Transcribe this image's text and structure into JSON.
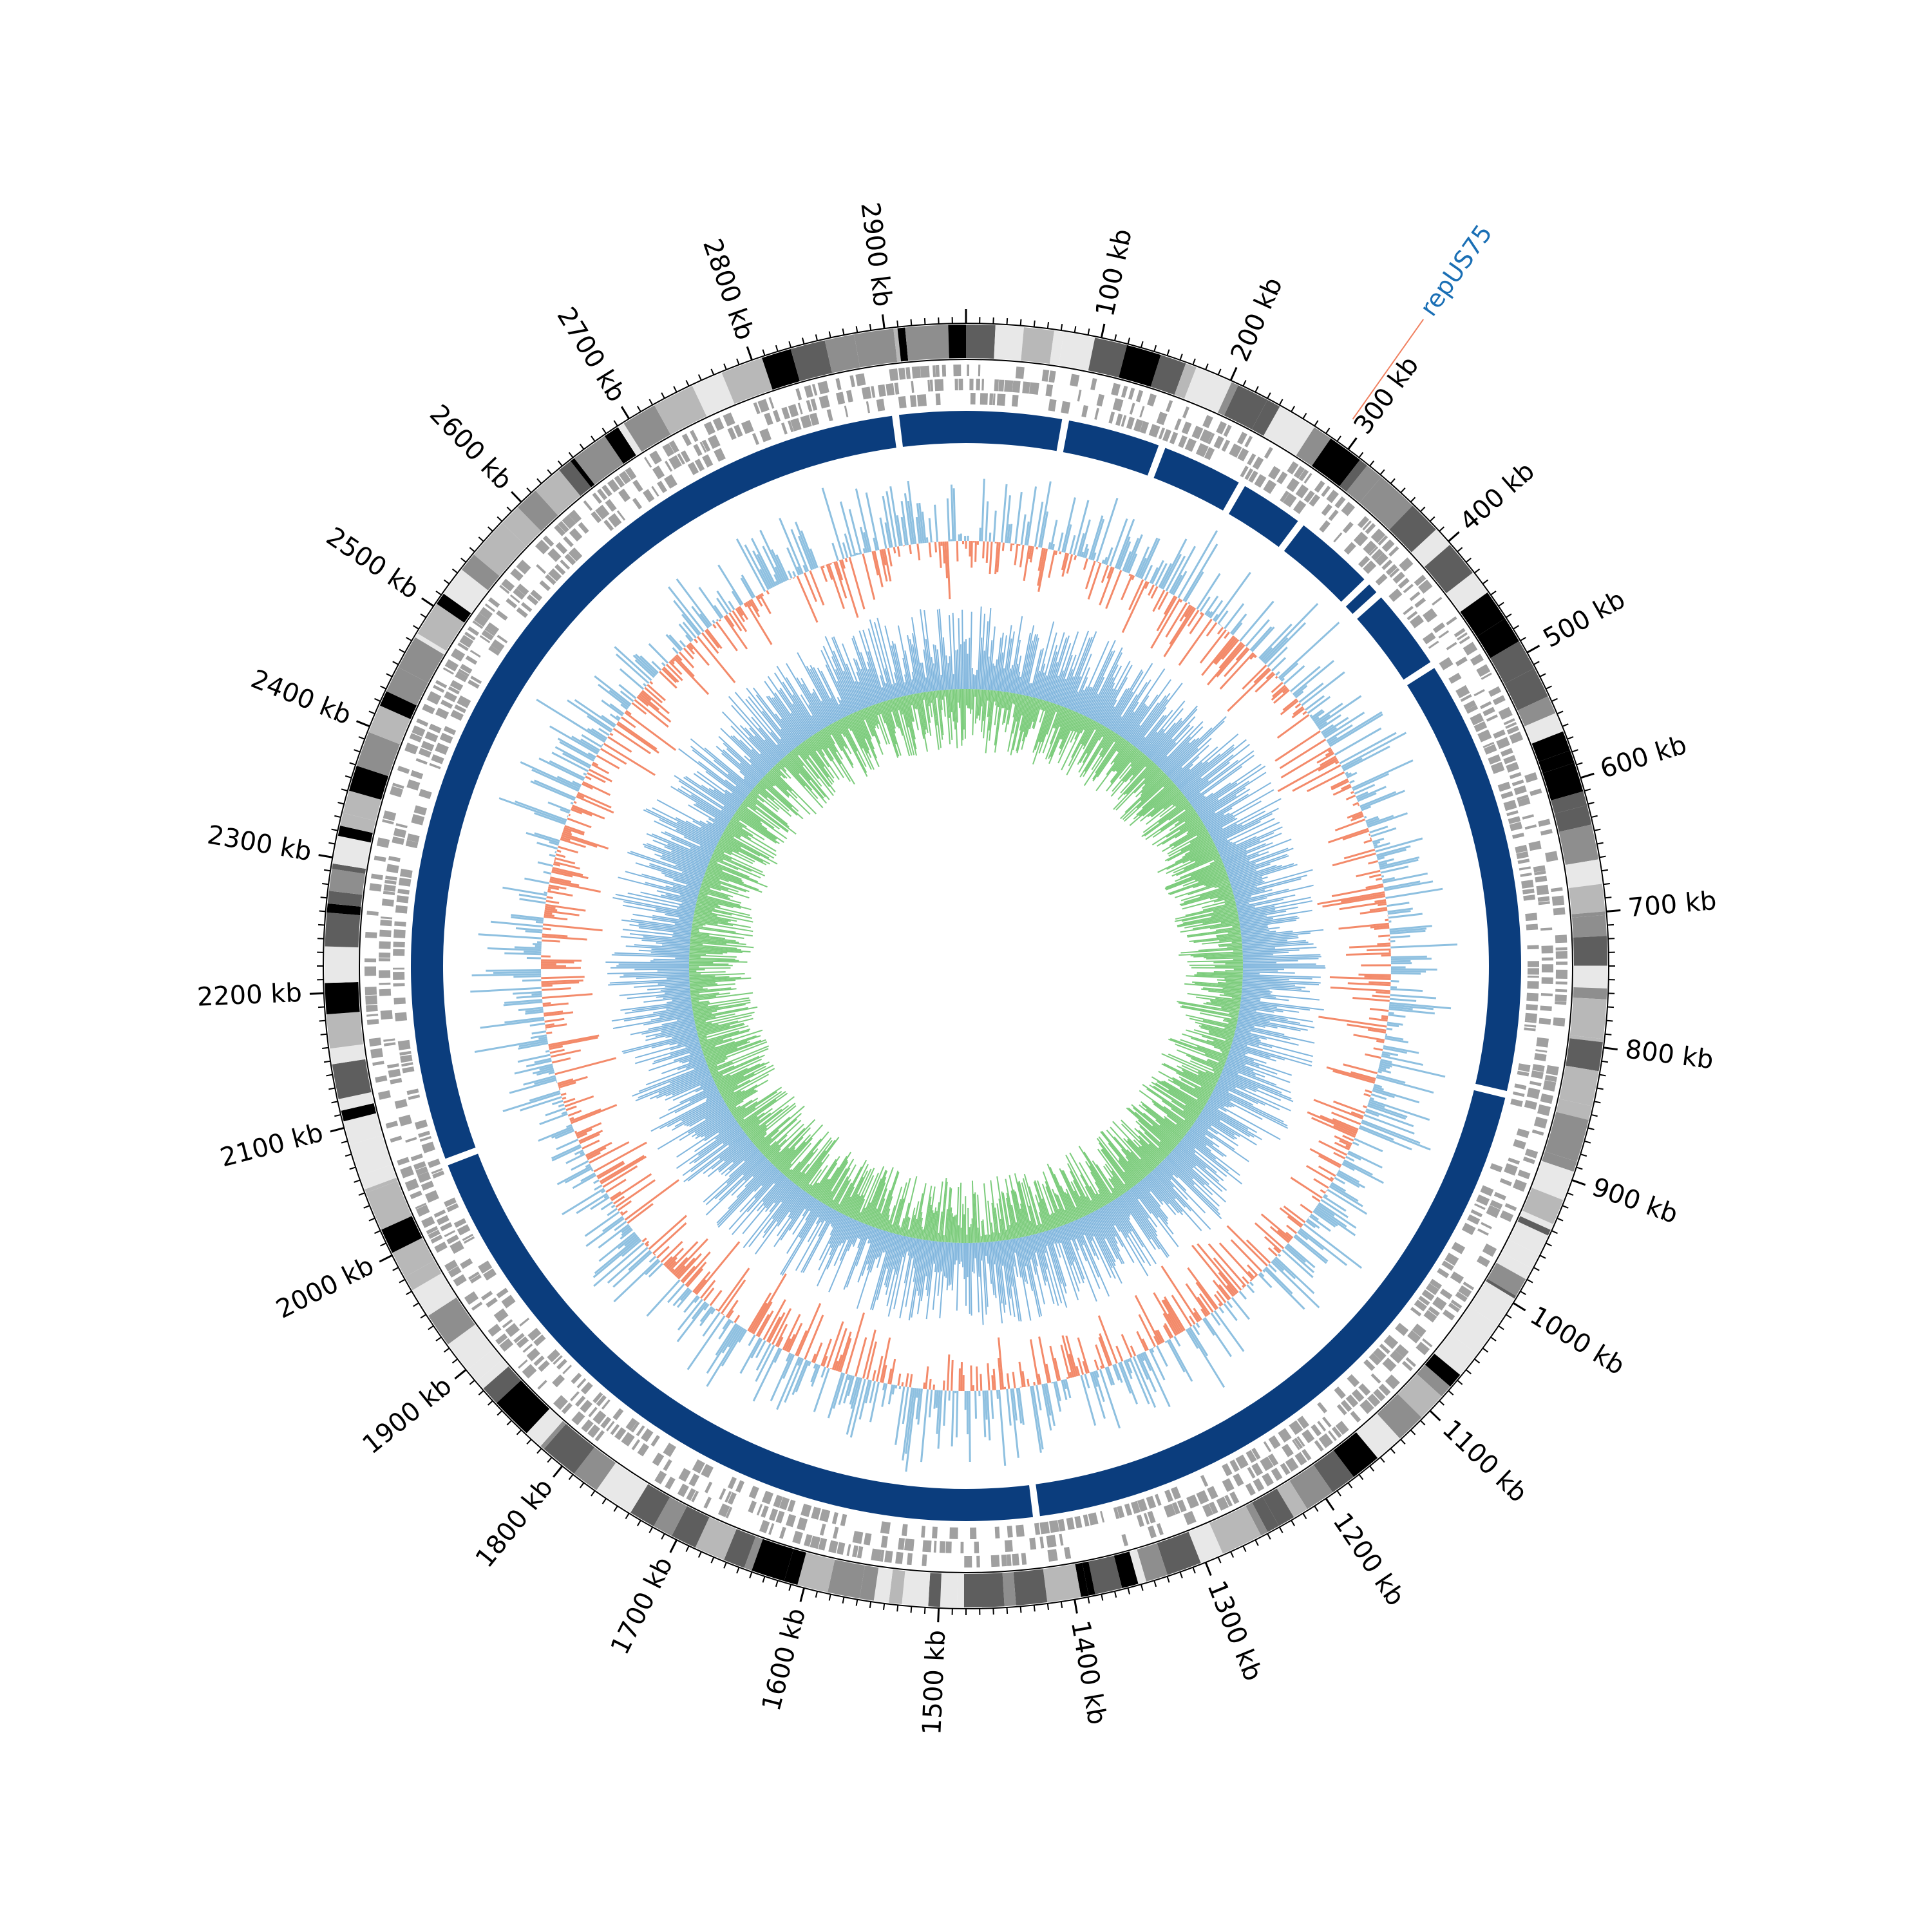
{
  "genome": {
    "length_kb": 2960,
    "tick_labels": [
      "100 kb",
      "200 kb",
      "300 kb",
      "400 kb",
      "500 kb",
      "600 kb",
      "700 kb",
      "800 kb",
      "900 kb",
      "1000 kb",
      "1100 kb",
      "1200 kb",
      "1300 kb",
      "1400 kb",
      "1500 kb",
      "1600 kb",
      "1700 kb",
      "1800 kb",
      "1900 kb",
      "2000 kb",
      "2100 kb",
      "2200 kb",
      "2300 kb",
      "2400 kb",
      "2500 kb",
      "2600 kb",
      "2700 kb",
      "2800 kb",
      "2900 kb"
    ],
    "tick_positions_kb": [
      100,
      200,
      300,
      400,
      500,
      600,
      700,
      800,
      900,
      1000,
      1100,
      1200,
      1300,
      1400,
      1500,
      1600,
      1700,
      1800,
      1900,
      2000,
      2100,
      2200,
      2300,
      2400,
      2500,
      2600,
      2700,
      2800,
      2900
    ]
  },
  "annotation": {
    "label": "repUS75",
    "position_kb": 290,
    "color": "#1a6fb5",
    "line_color": "#f08060"
  },
  "tracks": {
    "contigs": {
      "color": "#0b3d7d",
      "gaps_kb": [
        -60,
        85,
        170,
        245,
        305,
        380,
        395,
        470,
        850,
        1420,
        2050
      ]
    },
    "skew": {
      "positive_color": "#8ec0e0",
      "negative_color": "#f38a6a"
    },
    "gc": {
      "outer_color": "#7fb5dd",
      "inner_color": "#7ccc7c"
    },
    "features_color": "#a0a0a0"
  }
}
